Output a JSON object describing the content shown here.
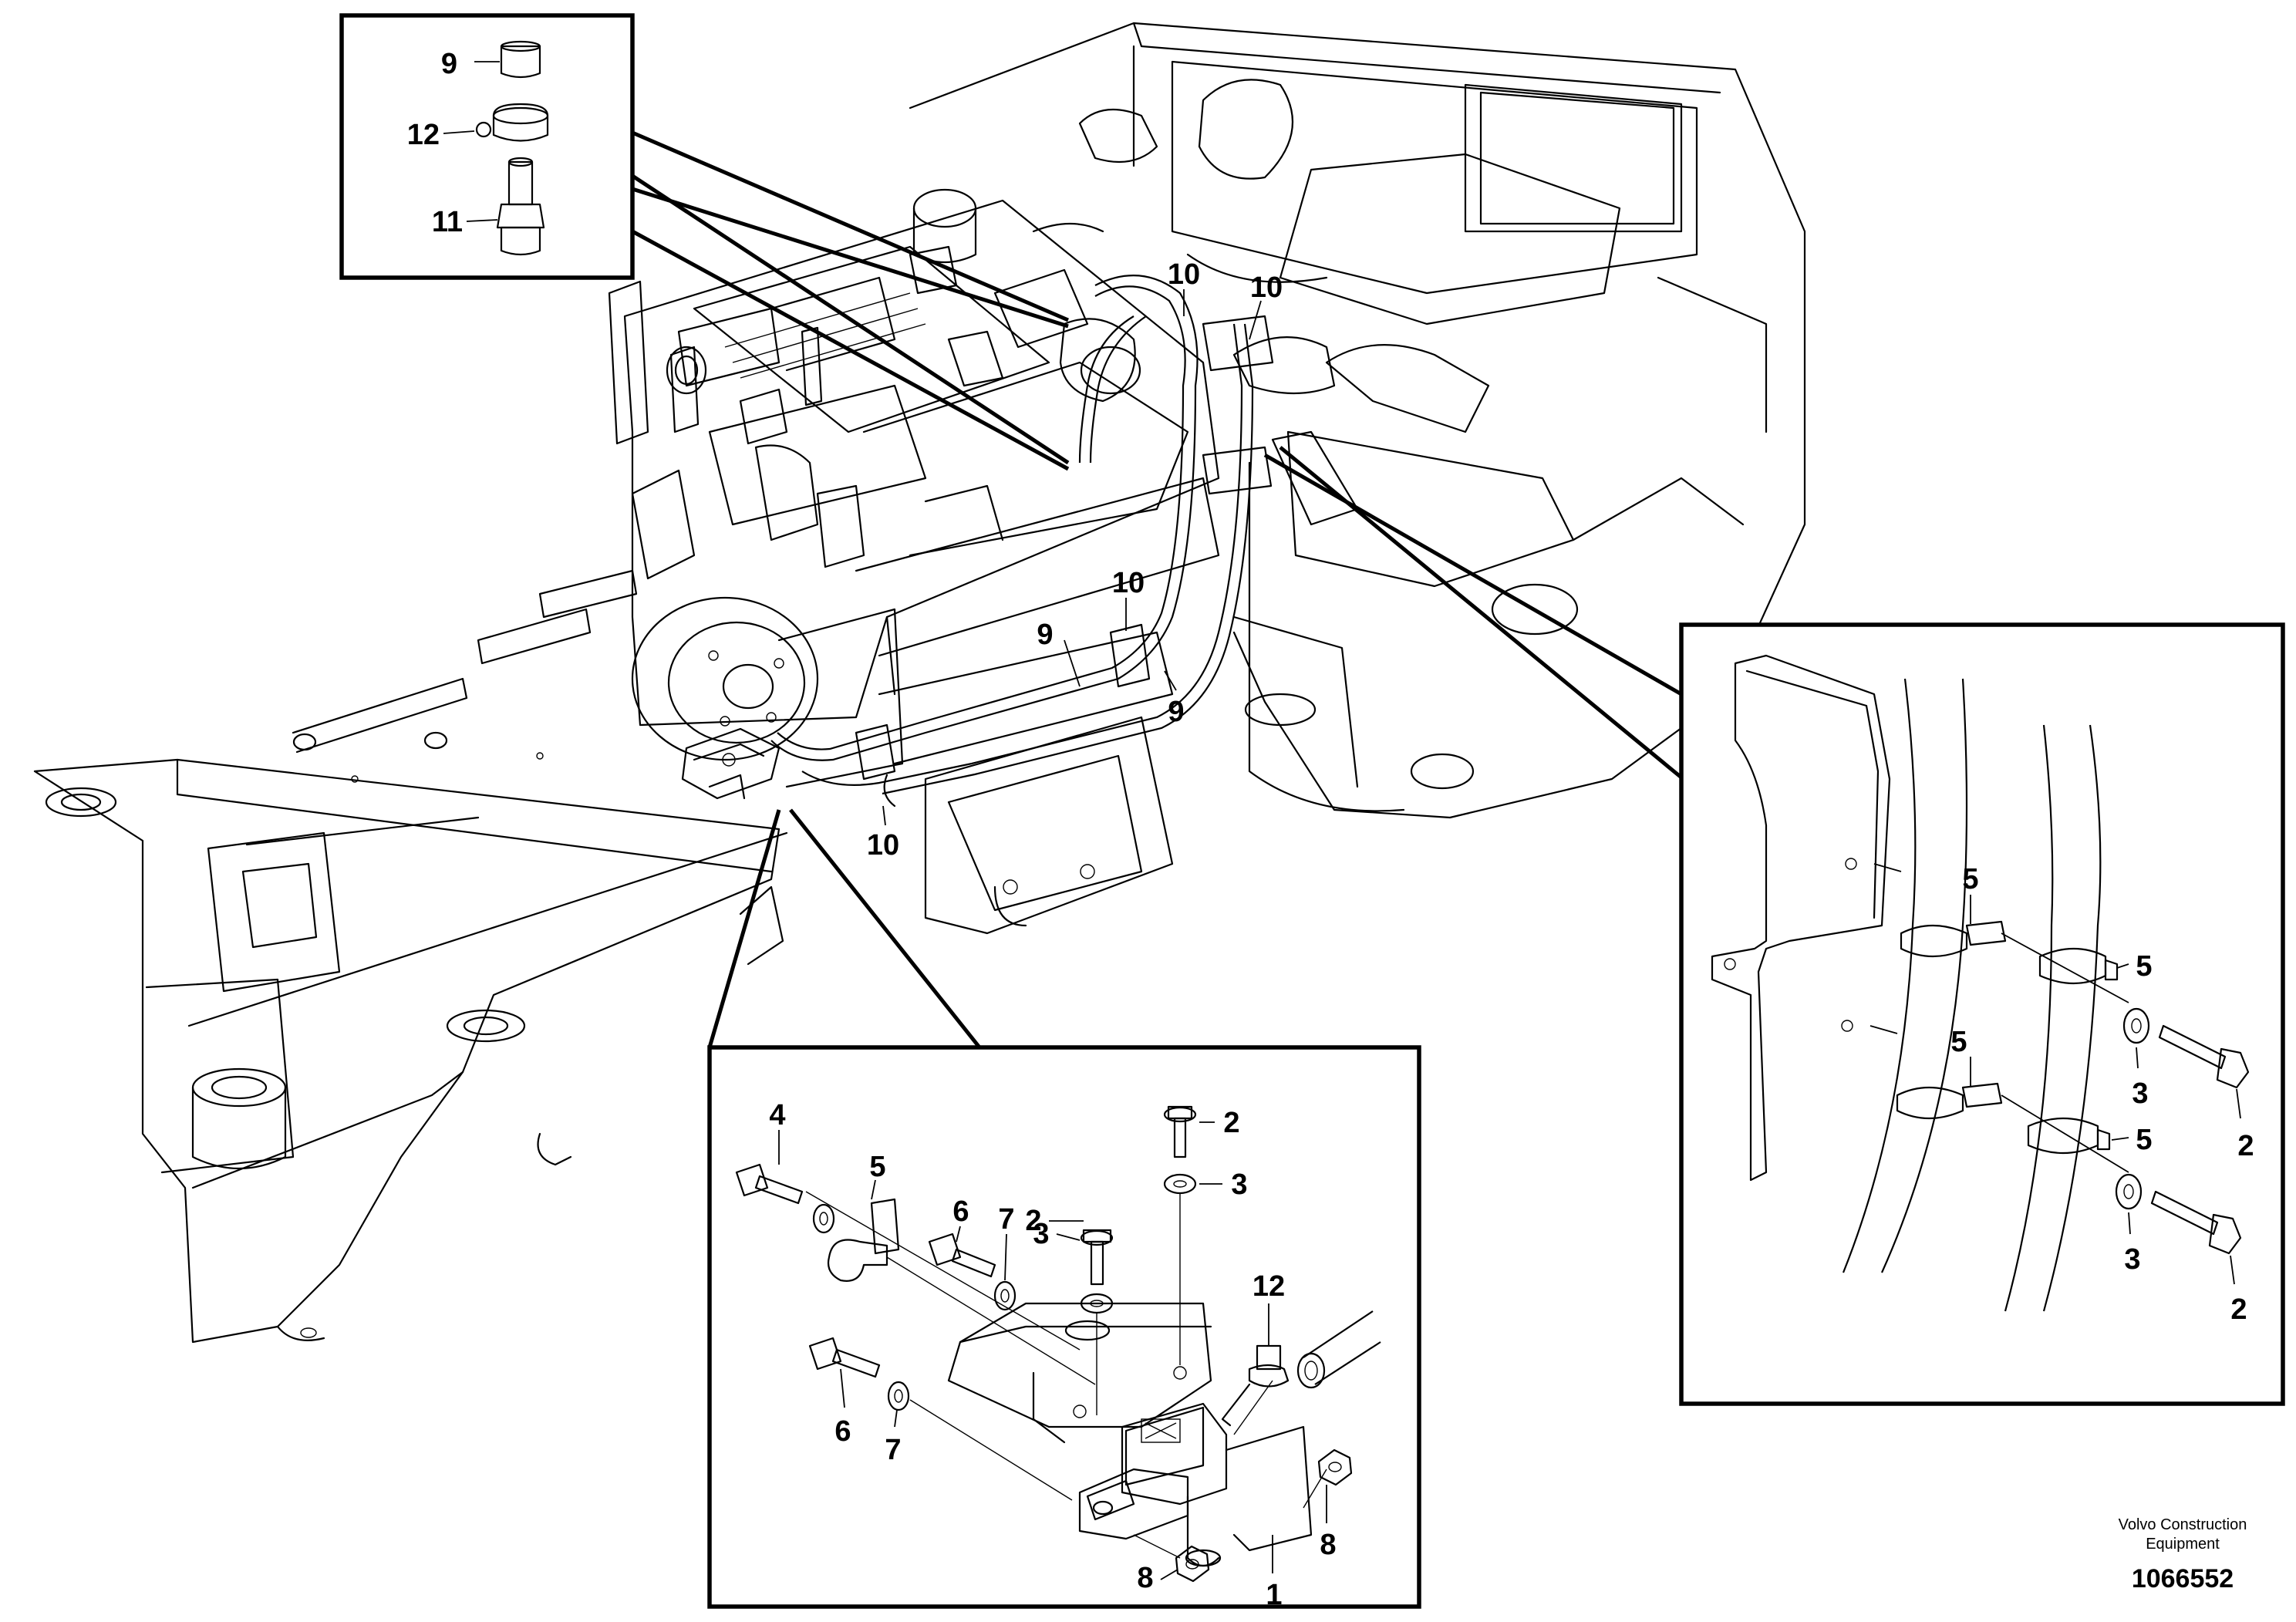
{
  "callouts": {
    "detail_top_left": [
      "9",
      "12",
      "11"
    ],
    "overview": [
      "10",
      "10",
      "10",
      "9",
      "9",
      "10"
    ],
    "detail_right": [
      "5",
      "5",
      "5",
      "5",
      "3",
      "3",
      "2",
      "2"
    ],
    "detail_bottom": [
      "4",
      "5",
      "6",
      "7",
      "2",
      "3",
      "2",
      "3",
      "6",
      "7",
      "12",
      "8",
      "8",
      "1"
    ]
  },
  "footer": {
    "manufacturer_line1": "Volvo Construction",
    "manufacturer_line2": "Equipment",
    "document_number": "1066552"
  }
}
